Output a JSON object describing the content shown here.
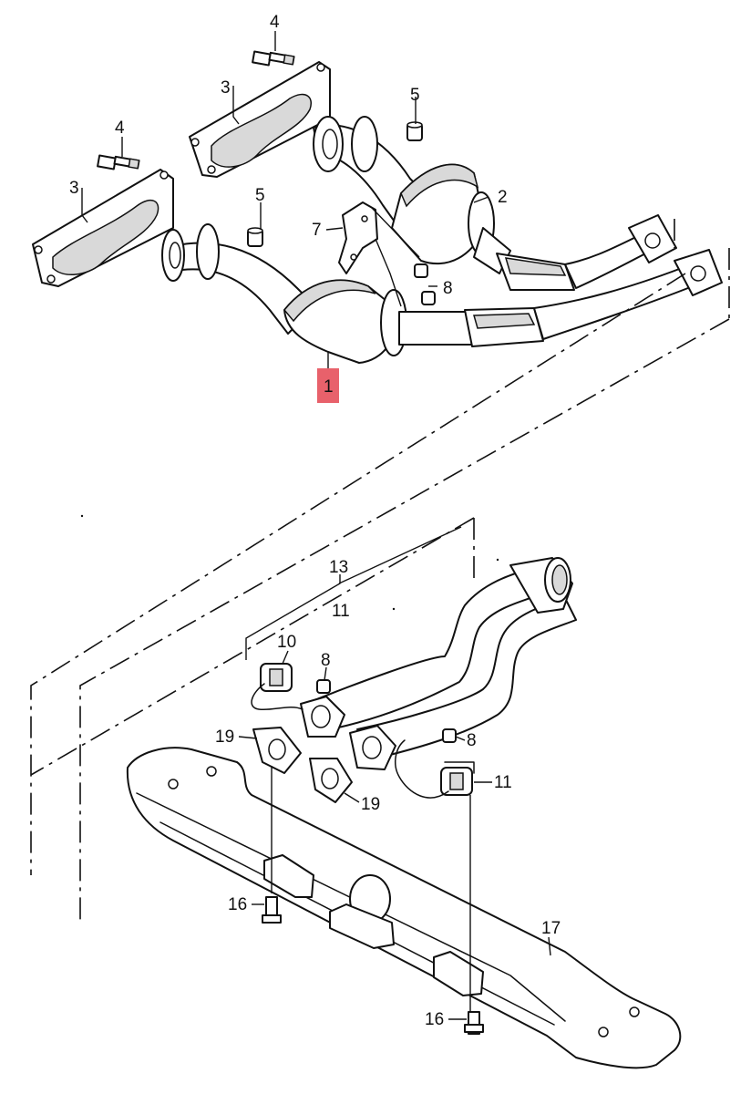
{
  "labels": {
    "p1": "1",
    "p2": "2",
    "p3a": "3",
    "p3b": "3",
    "p4a": "4",
    "p4b": "4",
    "p5a": "5",
    "p5b": "5",
    "p7": "7",
    "p8a": "8",
    "p8b": "8",
    "p8c": "8",
    "p10": "10",
    "p11a": "11",
    "p11b": "11",
    "p13": "13",
    "p16a": "16",
    "p16b": "16",
    "p17": "17",
    "p19a": "19",
    "p19b": "19"
  },
  "highlighted_part": "1",
  "colors": {
    "highlight": "#e8616b",
    "line": "#111111",
    "background": "#ffffff"
  }
}
